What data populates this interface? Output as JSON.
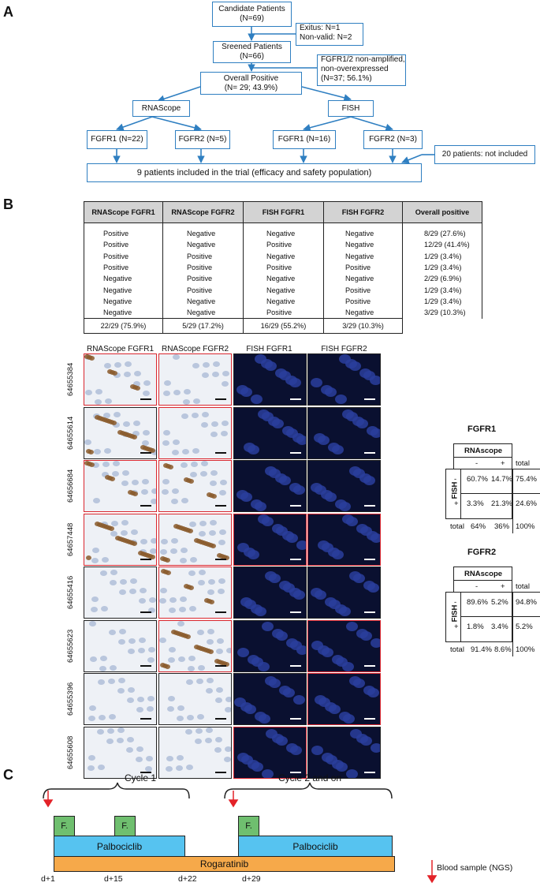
{
  "panels": {
    "a": "A",
    "b": "B",
    "c": "C"
  },
  "flowchart": {
    "candidate": [
      "Candidate Patients",
      "(N=69)"
    ],
    "excluded_top": [
      "Exitus: N=1",
      "Non-valid: N=2"
    ],
    "screened": [
      "Sreened Patients",
      "(N=66)"
    ],
    "nonamplified": [
      "FGFR1/2 non-amplified,",
      "non-overexpressed",
      "(N=37; 56.1%)"
    ],
    "overall_positive": [
      "Overall Positive",
      "(N= 29; 43.9%)"
    ],
    "rnascope": "RNAScope",
    "fish": "FISH",
    "rna_fgfr1": "FGFR1 (N=22)",
    "rna_fgfr2": "FGFR2 (N=5)",
    "fish_fgfr1": "FGFR1 (N=16)",
    "fish_fgfr2": "FGFR2 (N=3)",
    "not_included": "20 patients: not included",
    "included": "9 patients included in the trial (efficacy and safety population)"
  },
  "table_b": {
    "headers": [
      "RNAScope FGFR1",
      "RNAScope FGFR2",
      "FISH FGFR1",
      "FISH FGFR2",
      "Overall positive"
    ],
    "rows": [
      [
        "Positive",
        "Negative",
        "Negative",
        "Negative",
        "8/29 (27.6%)"
      ],
      [
        "Positive",
        "Negative",
        "Positive",
        "Negative",
        "12/29 (41.4%)"
      ],
      [
        "Positive",
        "Positive",
        "Negative",
        "Negative",
        "1/29 (3.4%)"
      ],
      [
        "Positive",
        "Positive",
        "Positive",
        "Positive",
        "1/29 (3.4%)"
      ],
      [
        "Negative",
        "Positive",
        "Negative",
        "Negative",
        "2/29 (6.9%)"
      ],
      [
        "Negative",
        "Positive",
        "Negative",
        "Positive",
        "1/29 (3.4%)"
      ],
      [
        "Negative",
        "Negative",
        "Negative",
        "Positive",
        "1/29 (3.4%)"
      ],
      [
        "Negative",
        "Negative",
        "Positive",
        "Negative",
        "3/29 (10.3%)"
      ]
    ],
    "totals": [
      "22/29 (75.9%)",
      "5/29 (17.2%)",
      "16/29 (55.2%)",
      "3/29 (10.3%)",
      ""
    ]
  },
  "image_grid": {
    "columns": [
      "RNAScope FGFR1",
      "RNAScope FGFR2",
      "FISH FGFR1",
      "FISH FGFR2"
    ],
    "samples": [
      "64655384",
      "64655614",
      "64656684",
      "64657448",
      "64655416",
      "64655623",
      "64655396",
      "64655608"
    ]
  },
  "contingency": {
    "fgfr1": {
      "title": "FGFR1",
      "col_header": "RNAscope",
      "row_header": "FISH",
      "col_signs": [
        "-",
        "+"
      ],
      "total_label": "total",
      "rows": [
        {
          "sign": "-",
          "cells": [
            "60.7%",
            "14.7%"
          ],
          "total": "75.4%"
        },
        {
          "sign": "+",
          "cells": [
            "3.3%",
            "21.3%"
          ],
          "total": "24.6%"
        }
      ],
      "col_totals": [
        "64%",
        "36%"
      ],
      "grand_total": "100%"
    },
    "fgfr2": {
      "title": "FGFR2",
      "col_header": "RNAscope",
      "row_header": "FISH",
      "col_signs": [
        "-",
        "+"
      ],
      "total_label": "total",
      "rows": [
        {
          "sign": "-",
          "cells": [
            "89.6%",
            "5.2%"
          ],
          "total": "94.8%"
        },
        {
          "sign": "+",
          "cells": [
            "1.8%",
            "3.4%"
          ],
          "total": "5.2%"
        }
      ],
      "col_totals": [
        "91.4%",
        "8.6%"
      ],
      "grand_total": "100%"
    }
  },
  "timeline": {
    "cycle1": "Cycle 1",
    "cycle2": "Cycle 2 and on",
    "f_label": "F.",
    "palbociclib": "Palbociclib",
    "rogaratinib": "Rogaratinib",
    "blood_sample": "Blood sample (NGS)",
    "days": [
      "d+1",
      "d+15",
      "d+22",
      "d+29"
    ]
  },
  "colors": {
    "flow_blue": "#2f7fc1",
    "palbociclib": "#56c3f0",
    "rogaratinib": "#f6a94a",
    "fsquare": "#6fbf6f",
    "arrow_red": "#e32228",
    "tile_red": "#d9262e"
  }
}
